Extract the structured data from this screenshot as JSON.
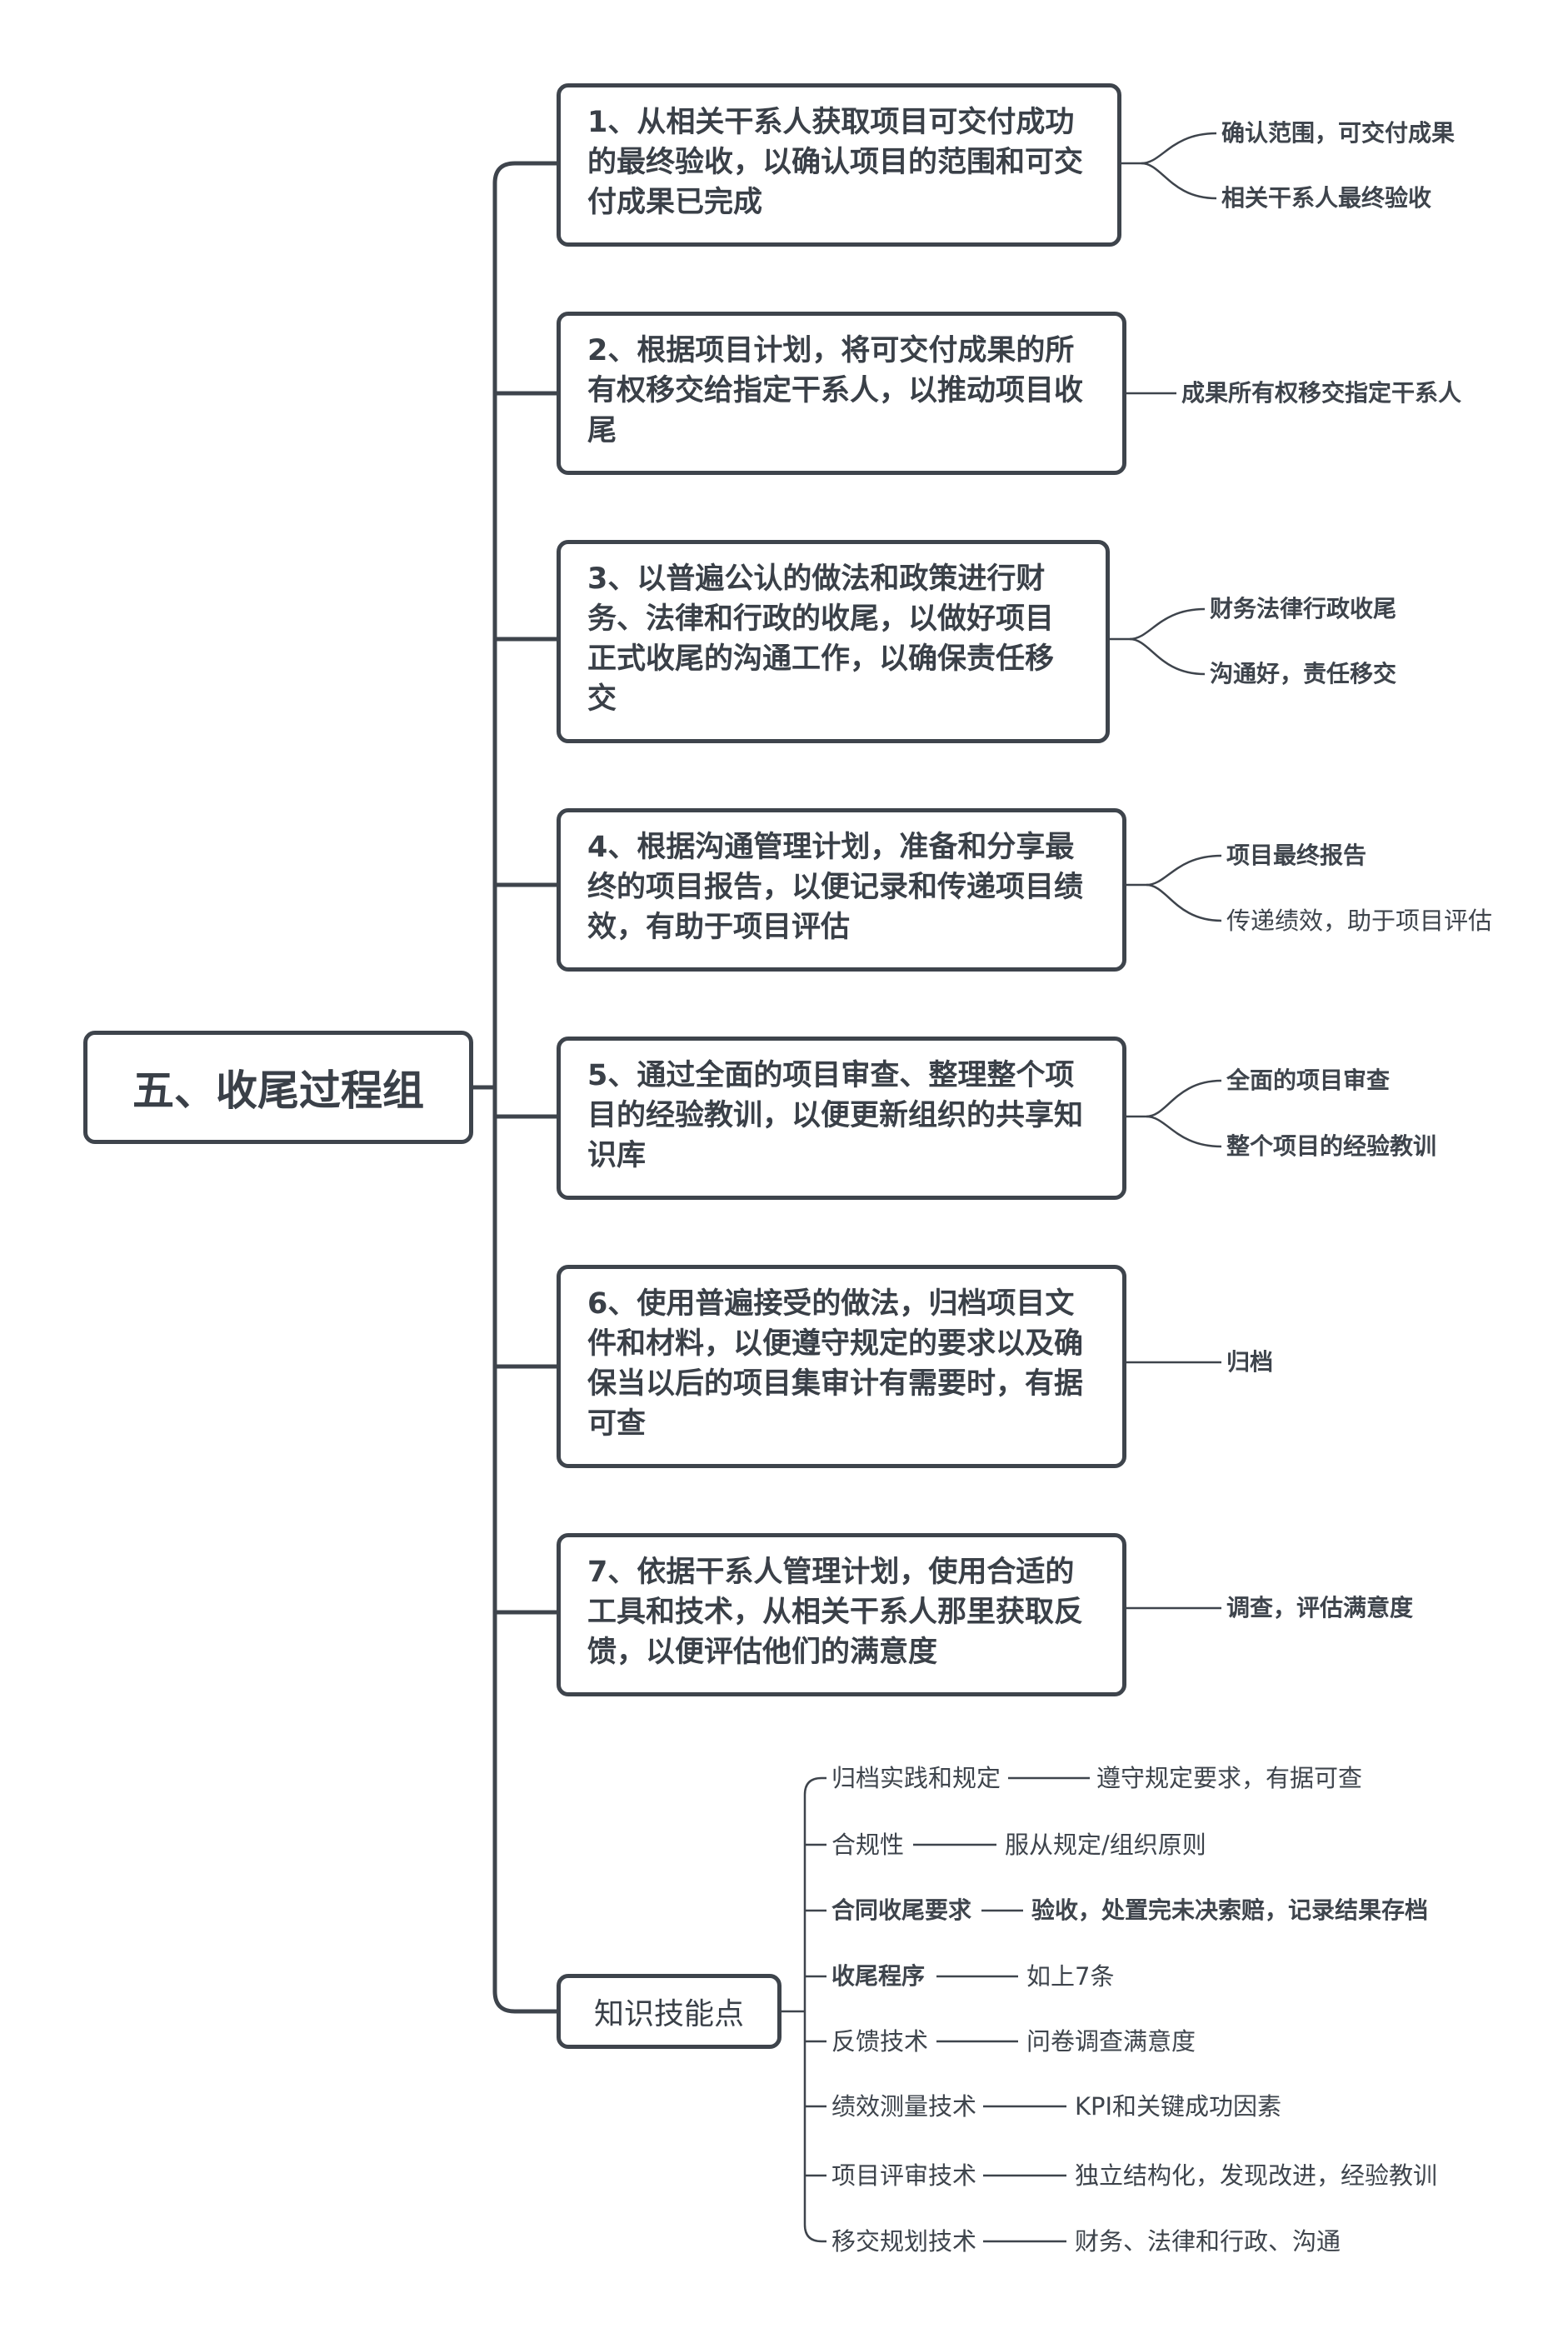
{
  "root": "五、收尾过程组",
  "branches": [
    {
      "label": "1、从相关干系人获取项目可交付成功的最终验收，以确认项目的范围和可交付成果已完成",
      "children": [
        "确认范围，可交付成果",
        "相关干系人最终验收"
      ]
    },
    {
      "label": "2、根据项目计划，将可交付成果的所有权移交给指定干系人，以推动项目收尾",
      "children": [
        "成果所有权移交指定干系人"
      ]
    },
    {
      "label": "3、以普遍公认的做法和政策进行财务、法律和行政的收尾，以做好项目正式收尾的沟通工作，以确保责任移交",
      "children": [
        "财务法律行政收尾",
        "沟通好，责任移交"
      ]
    },
    {
      "label": "4、根据沟通管理计划，准备和分享最终的项目报告，以便记录和传递项目绩效，有助于项目评估",
      "children": [
        "项目最终报告",
        "传递绩效，助于项目评估"
      ]
    },
    {
      "label": "5、通过全面的项目审查、整理整个项目的经验教训，以便更新组织的共享知识库",
      "children": [
        "全面的项目审查",
        "整个项目的经验教训"
      ]
    },
    {
      "label": "6、使用普遍接受的做法，归档项目文件和材料，以便遵守规定的要求以及确保当以后的项目集审计有需要时，有据可查",
      "children": [
        "归档"
      ]
    },
    {
      "label": "7、依据干系人管理计划，使用合适的工具和技术，从相关干系人那里获取反馈，以便评估他们的满意度",
      "children": [
        "调查，评估满意度"
      ]
    }
  ],
  "knowledge": {
    "label": "知识技能点",
    "items": [
      {
        "name": "归档实践和规定",
        "detail": "遵守规定要求，有据可查"
      },
      {
        "name": "合规性",
        "detail": "服从规定/组织原则"
      },
      {
        "name": "合同收尾要求",
        "detail": "验收，处置完未决索赔，记录结果存档"
      },
      {
        "name": "收尾程序",
        "detail": "如上7条"
      },
      {
        "name": "反馈技术",
        "detail": "问卷调查满意度"
      },
      {
        "name": "绩效测量技术",
        "detail": "KPI和关键成功因素"
      },
      {
        "name": "项目评审技术",
        "detail": "独立结构化，发现改进，经验教训"
      },
      {
        "name": "移交规划技术",
        "detail": "财务、法律和行政、沟通"
      }
    ]
  },
  "colors": {
    "line": "#3e444c",
    "text": "#3a4048",
    "background": "#ffffff"
  }
}
